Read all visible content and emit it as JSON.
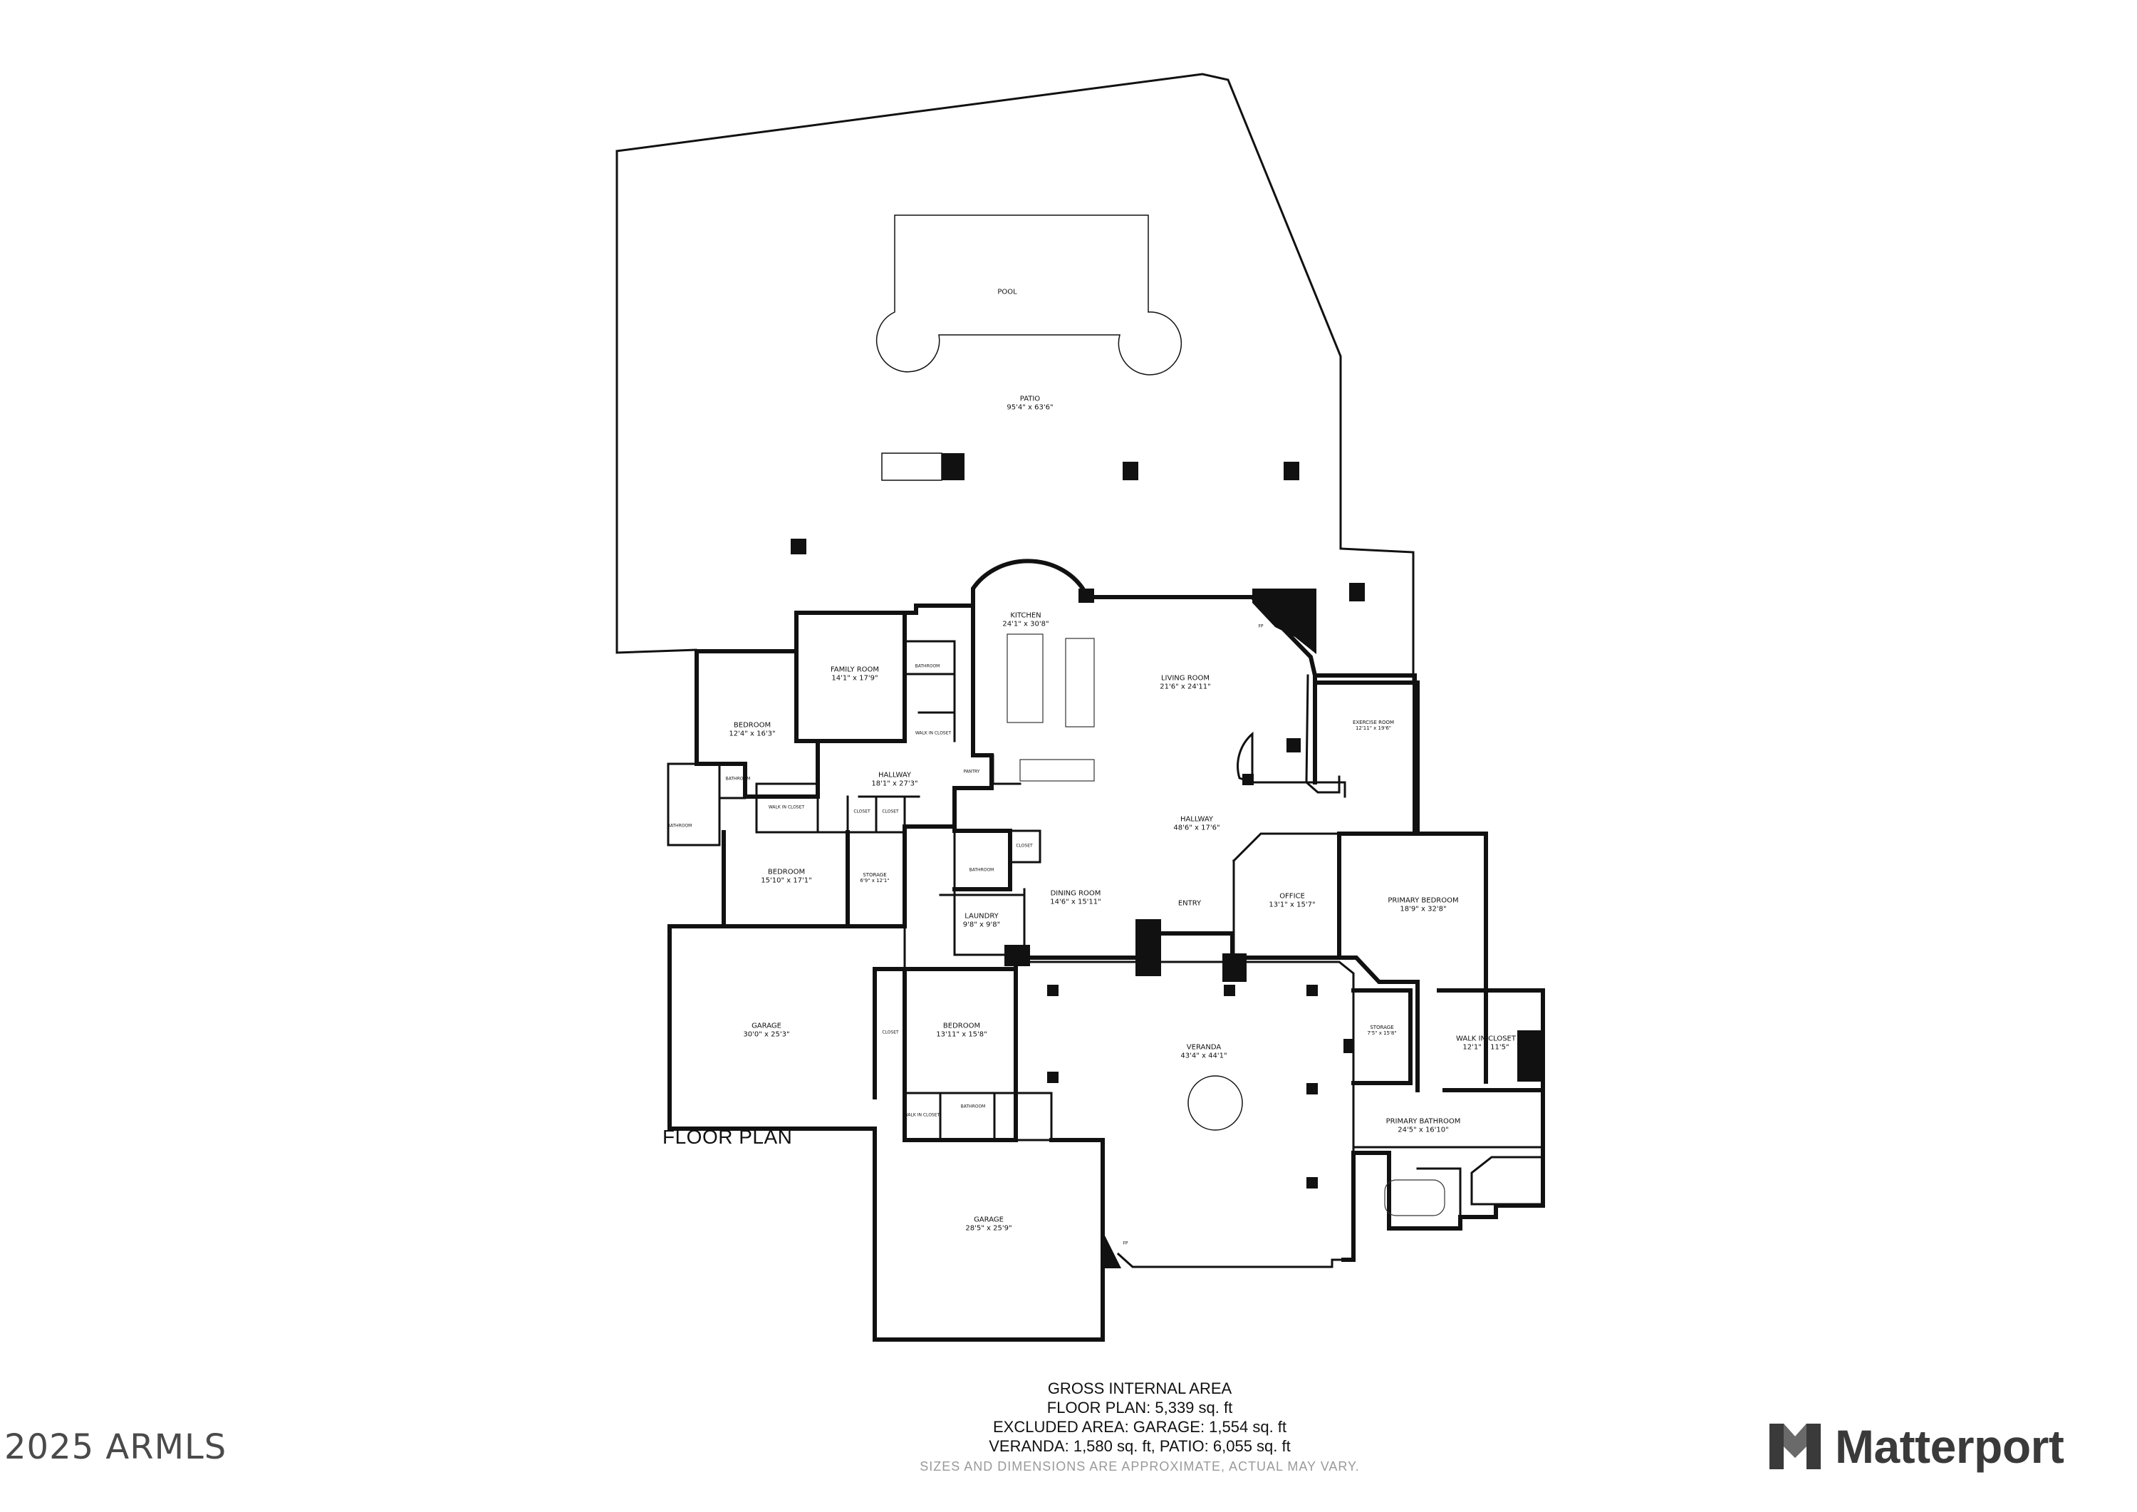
{
  "plan": {
    "title": "FLOOR PLAN",
    "rooms": [
      {
        "id": "pool",
        "name": "POOL",
        "dim": ""
      },
      {
        "id": "patio",
        "name": "PATIO",
        "dim": "95'4\" x 63'6\""
      },
      {
        "id": "kitchen",
        "name": "KITCHEN",
        "dim": "24'1\" x 30'8\""
      },
      {
        "id": "family",
        "name": "FAMILY ROOM",
        "dim": "14'1\" x 17'9\""
      },
      {
        "id": "living",
        "name": "LIVING ROOM",
        "dim": "21'6\" x 24'11\""
      },
      {
        "id": "exercise",
        "name": "EXERCISE ROOM",
        "dim": "12'11\" x 19'6\""
      },
      {
        "id": "bed1",
        "name": "BEDROOM",
        "dim": "12'4\" x 16'3\""
      },
      {
        "id": "hall1",
        "name": "HALLWAY",
        "dim": "18'1\" x 27'3\""
      },
      {
        "id": "bed2",
        "name": "BEDROOM",
        "dim": "15'10\" x 17'1\""
      },
      {
        "id": "storage1",
        "name": "STORAGE",
        "dim": "6'9\" x 12'1\""
      },
      {
        "id": "hall2",
        "name": "HALLWAY",
        "dim": "48'6\" x 17'6\""
      },
      {
        "id": "dining",
        "name": "DINING ROOM",
        "dim": "14'6\" x 15'11\""
      },
      {
        "id": "laundry",
        "name": "LAUNDRY",
        "dim": "9'8\" x 9'8\""
      },
      {
        "id": "entry",
        "name": "ENTRY",
        "dim": ""
      },
      {
        "id": "office",
        "name": "OFFICE",
        "dim": "13'1\" x 15'7\""
      },
      {
        "id": "primary_bed",
        "name": "PRIMARY BEDROOM",
        "dim": "18'9\" x 32'8\""
      },
      {
        "id": "garage1",
        "name": "GARAGE",
        "dim": "30'0\" x 25'3\""
      },
      {
        "id": "bed3",
        "name": "BEDROOM",
        "dim": "13'11\" x 15'8\""
      },
      {
        "id": "veranda",
        "name": "VERANDA",
        "dim": "43'4\" x 44'1\""
      },
      {
        "id": "storage2",
        "name": "STORAGE",
        "dim": "7'5\" x 15'8\""
      },
      {
        "id": "walkin_primary",
        "name": "WALK IN CLOSET",
        "dim": "12'1\" x 11'5\""
      },
      {
        "id": "primary_bath",
        "name": "PRIMARY BATHROOM",
        "dim": "24'5\" x 16'10\""
      },
      {
        "id": "garage2",
        "name": "GARAGE",
        "dim": "28'5\" x 25'9\""
      }
    ],
    "small_labels": {
      "walkin_family": "WALK IN CLOSET",
      "bath_family": "BATHROOM",
      "pantry": "PANTRY",
      "bath_bed1": "BATHROOM",
      "walkin_bed1": "WALK IN CLOSET",
      "bath_bed2": "BATHROOM",
      "closet_a": "CLOSET",
      "closet_b": "CLOSET",
      "bath_laundry": "BATHROOM",
      "closet_c": "CLOSET",
      "closet_bed3": "CLOSET",
      "walkin_bed3": "WALK IN CLOSET",
      "bath_bed3": "BATHROOM",
      "fp_living": "FP",
      "fp_veranda": "FP"
    }
  },
  "area_summary": {
    "heading": "GROSS INTERNAL AREA",
    "floor_plan": "FLOOR PLAN: 5,339 sq. ft",
    "excluded": "EXCLUDED AREA: GARAGE: 1,554 sq. ft",
    "veranda_patio": "VERANDA: 1,580 sq. ft, PATIO: 6,055 sq. ft",
    "disclaimer": "SIZES AND DIMENSIONS ARE APPROXIMATE, ACTUAL MAY VARY."
  },
  "copyright": "2025 ARMLS",
  "brand": {
    "name": "Matterport",
    "logo_icon": "matterport-logo-icon",
    "color": "#3a3a3a"
  }
}
